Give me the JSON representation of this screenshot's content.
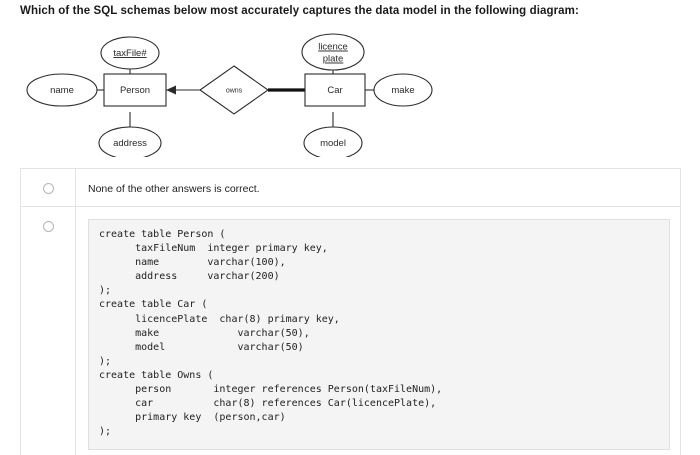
{
  "question": {
    "prompt": "Which of the SQL schemas below most accurately captures the data model in the following diagram:"
  },
  "diagram": {
    "type": "er-diagram",
    "entities": [
      {
        "name": "Person",
        "label": "Person"
      },
      {
        "name": "Car",
        "label": "Car"
      }
    ],
    "relationship": {
      "label": "owns",
      "arrow_to": "Person",
      "thick_line_to": "Car"
    },
    "attributes": [
      {
        "label": "taxFile#",
        "owner": "Person",
        "key": true,
        "position": "top"
      },
      {
        "label": "name",
        "owner": "Person",
        "key": false,
        "position": "left"
      },
      {
        "label": "address",
        "owner": "Person",
        "key": false,
        "position": "bottom"
      },
      {
        "label_line1": "licence",
        "label_line2": "plate",
        "owner": "Car",
        "key": true,
        "position": "top"
      },
      {
        "label": "make",
        "owner": "Car",
        "key": false,
        "position": "right"
      },
      {
        "label": "model",
        "owner": "Car",
        "key": false,
        "position": "bottom"
      }
    ]
  },
  "answers": [
    {
      "id": "option-1",
      "kind": "text",
      "text": "None of the other answers is correct.",
      "selected": false
    },
    {
      "id": "option-2",
      "kind": "code",
      "selected": false,
      "code": "create table Person (\n      taxFileNum  integer primary key,\n      name        varchar(100),\n      address     varchar(200)\n);\ncreate table Car (\n      licencePlate  char(8) primary key,\n      make             varchar(50),\n      model            varchar(50)\n);\ncreate table Owns (\n      person       integer references Person(taxFileNum),\n      car          char(8) references Car(licencePlate),\n      primary key  (person,car)\n);"
    }
  ],
  "colors": {
    "page_background": "#ffffff",
    "text": "#222222",
    "border": "#e3e3e3",
    "code_background": "#f4f4f4",
    "code_border": "#e0e0e0",
    "radio_border": "#b6b6b6",
    "diagram_stroke": "#2b2b2b"
  }
}
